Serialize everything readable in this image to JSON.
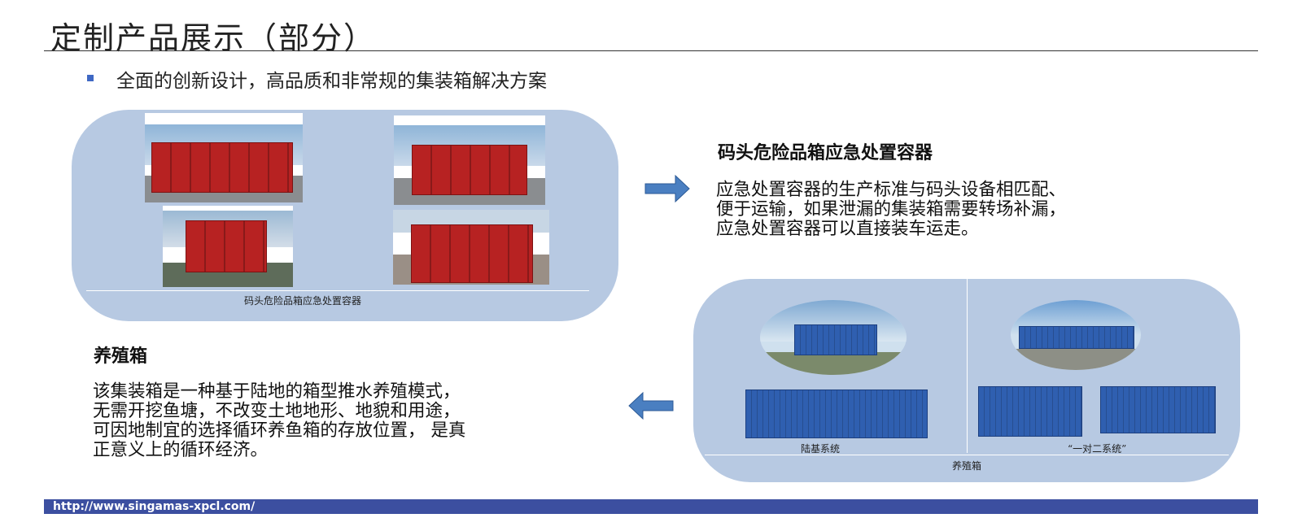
{
  "header": {
    "title": "定制产品展示（部分）",
    "bullet": "全面的创新设计，高品质和非常规的集装箱解决方案"
  },
  "section_a": {
    "heading": "码头危险品箱应急处置容器",
    "lines": [
      "应急处置容器的生产标准与码头设备相匹配、",
      "便于运输，如果泄漏的集装箱需要转场补漏，",
      "应急处置容器可以直接装车运走。"
    ],
    "panel_caption": "码头危险品箱应急处置容器"
  },
  "section_b": {
    "heading": "养殖箱",
    "lines": [
      "该集装箱是一种基于陆地的箱型推水养殖模式，",
      "无需开挖鱼塘，不改变土地地形、地貌和用途，",
      "可因地制宜的选择循环养鱼箱的存放位置， 是真",
      "正意义上的循环经济。"
    ],
    "panel_caption_left": "陆基系统",
    "panel_caption_right": "“一对二系统”",
    "panel_caption_bottom": "养殖箱"
  },
  "footer": {
    "url": "http://www.singamas-xpcl.com/"
  },
  "colors": {
    "panel": "#b7c9e2",
    "footer": "#3c4fa0",
    "arrow": "#4a7fc1",
    "container_red": "#b72222",
    "container_blue": "#2f5fb0"
  }
}
